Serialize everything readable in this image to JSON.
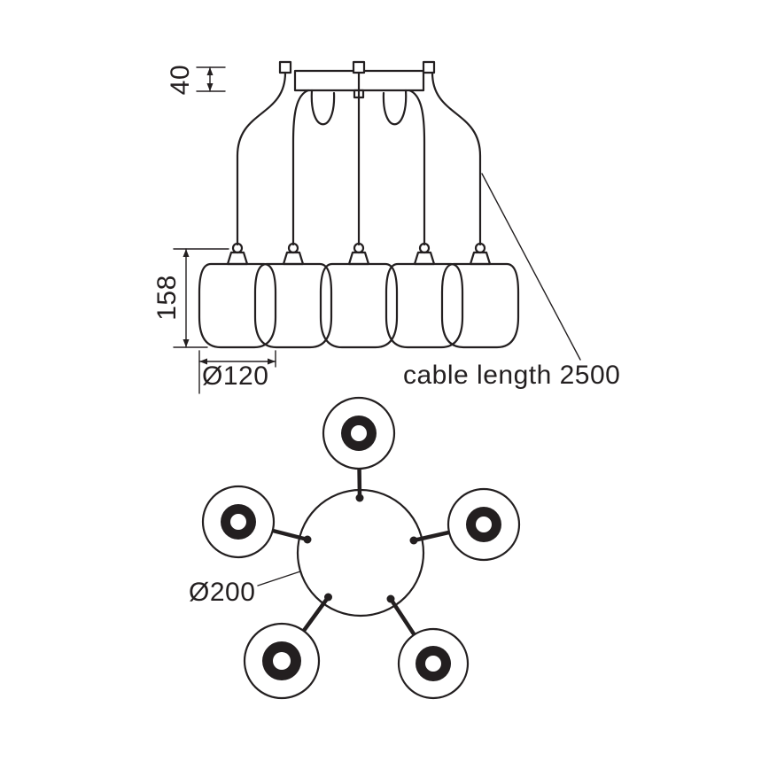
{
  "page": {
    "background_color": "#ffffff",
    "line_color": "#231f20"
  },
  "side_view": {
    "dim_suspension_height": "40",
    "dim_shade_height": "158",
    "dim_shade_diameter": "Ø120",
    "cable_length_label": "cable length 2500"
  },
  "plan_view": {
    "dim_base_diameter": "Ø200"
  }
}
